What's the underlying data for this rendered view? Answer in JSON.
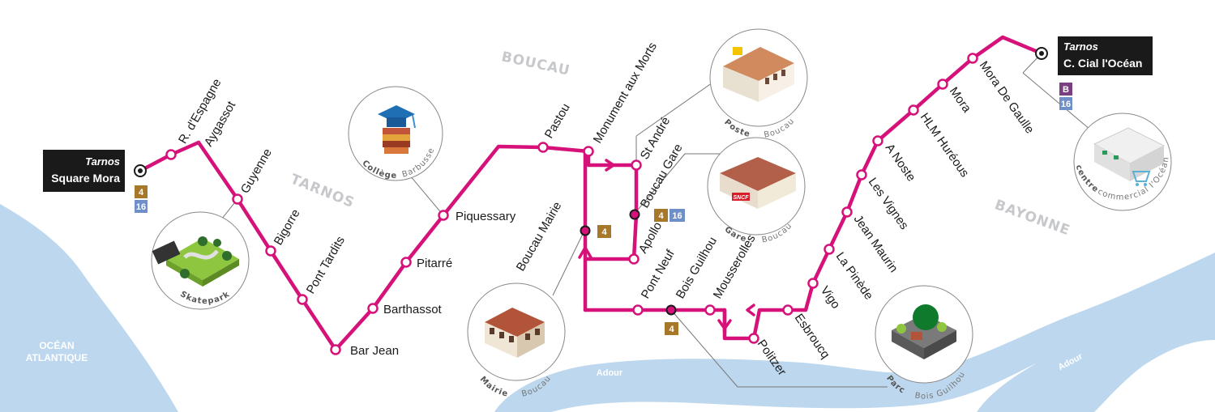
{
  "colors": {
    "line": "#d6127a",
    "water": "#bcd7ee",
    "terminus_bg": "#1a1a1a",
    "badge_4": "#a8782a",
    "badge_16": "#6f8fc9",
    "badge_B": "#7a3f7f",
    "area_text": "#c6c8cc"
  },
  "areas": {
    "boucau": "BOUCAU",
    "tarnos": "TARNOS",
    "bayonne": "BAYONNE"
  },
  "water": {
    "ocean": [
      "OCÉAN",
      "ATLANTIQUE"
    ],
    "adour_1": "Adour",
    "adour_2": "Adour"
  },
  "termini": {
    "west": {
      "city": "Tarnos",
      "name": "Square Mora",
      "badges": [
        "4",
        "16"
      ]
    },
    "east": {
      "city": "Tarnos",
      "name": "C. Cial l'Océan",
      "badges": [
        "B",
        "16"
      ]
    }
  },
  "stops": {
    "r_espagne": "R. d'Espagne",
    "aygassot": "Aygassot",
    "guyenne": "Guyenne",
    "bigorre": "Bigorre",
    "pont_tardits": "Pont Tardits",
    "bar_jean": "Bar Jean",
    "barthassot": "Barthassot",
    "pitarre": "Pitarré",
    "piquessary": "Piquessary",
    "pastou": "Pastou",
    "monument": "Monument aux Morts",
    "st_andre": "St André",
    "boucau_gare": "Boucau Gare",
    "apollo": "Apollo",
    "boucau_mairie": "Boucau Mairie",
    "pont_neuf": "Pont Neuf",
    "bois_guilhou": "Bois Guilhou",
    "mousserolles": "Mousserolles",
    "politzer": "Politzer",
    "esbroucq": "Esbroucq",
    "vigo": "Vigo",
    "la_pinede": "La Pinède",
    "jean_maurin": "Jean Maurin",
    "les_vignes": "Les Vignes",
    "a_noste": "A Noste",
    "hlm_hureous": "HLM Huréous",
    "mora": "Mora",
    "mora_de_gaulle": "Mora De Gaulle"
  },
  "connections": {
    "boucau_gare": [
      "4",
      "16"
    ],
    "boucau_mairie": [
      "4"
    ],
    "bois_guilhou": [
      "4"
    ]
  },
  "pois": {
    "skatepark": {
      "a": "Skatepark",
      "b": "",
      "icon": "skatepark-icon"
    },
    "college": {
      "a": "Collège",
      "b": "Barbusse",
      "icon": "graduation-cap-icon"
    },
    "mairie": {
      "a": "Mairie",
      "b": "Boucau",
      "icon": "town-hall-icon"
    },
    "poste": {
      "a": "Poste",
      "b": "Boucau",
      "icon": "post-office-icon"
    },
    "gare": {
      "a": "Gare",
      "b": "Boucau",
      "icon": "train-station-icon",
      "brand": "SNCF"
    },
    "parc": {
      "a": "Parc",
      "b": "Bois Guilhou",
      "icon": "park-icon"
    },
    "centre": {
      "a": "centre",
      "b": "commercial l'Océan",
      "icon": "shopping-cart-icon"
    }
  }
}
